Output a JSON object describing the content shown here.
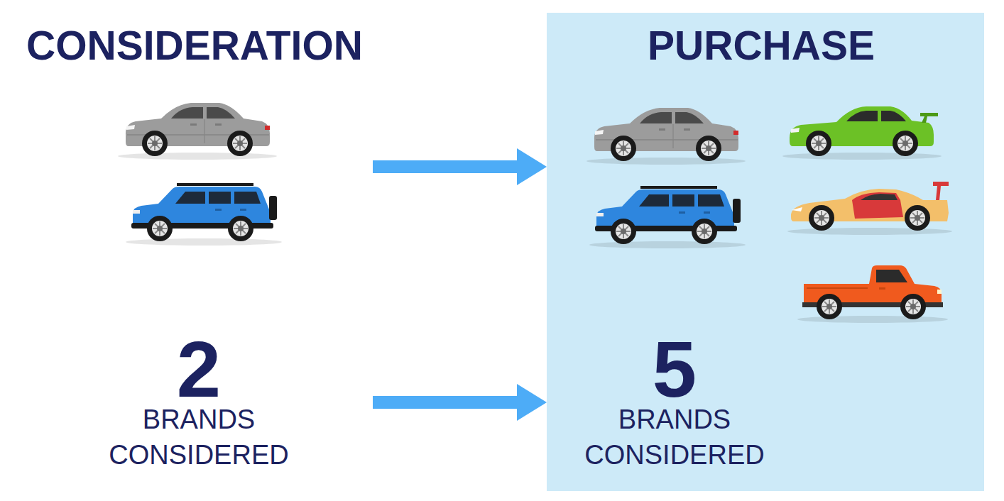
{
  "diagram": {
    "nodes": [
      {
        "text": [
          "CONSIDERATION"
        ]
      },
      {
        "text": [
          "2",
          "BRANDS CONSIDERED"
        ],
        "in": 0
      },
      {
        "text": [
          "PURCHASE"
        ]
      },
      {
        "text": [
          "5",
          "BRANDS CONSIDERED"
        ],
        "in": 2
      }
    ],
    "edges": [
      {
        "from": 0,
        "to": 2,
        "arrow": "to"
      },
      {
        "from": 1,
        "to": 3,
        "arrow": "to"
      }
    ]
  }
}
